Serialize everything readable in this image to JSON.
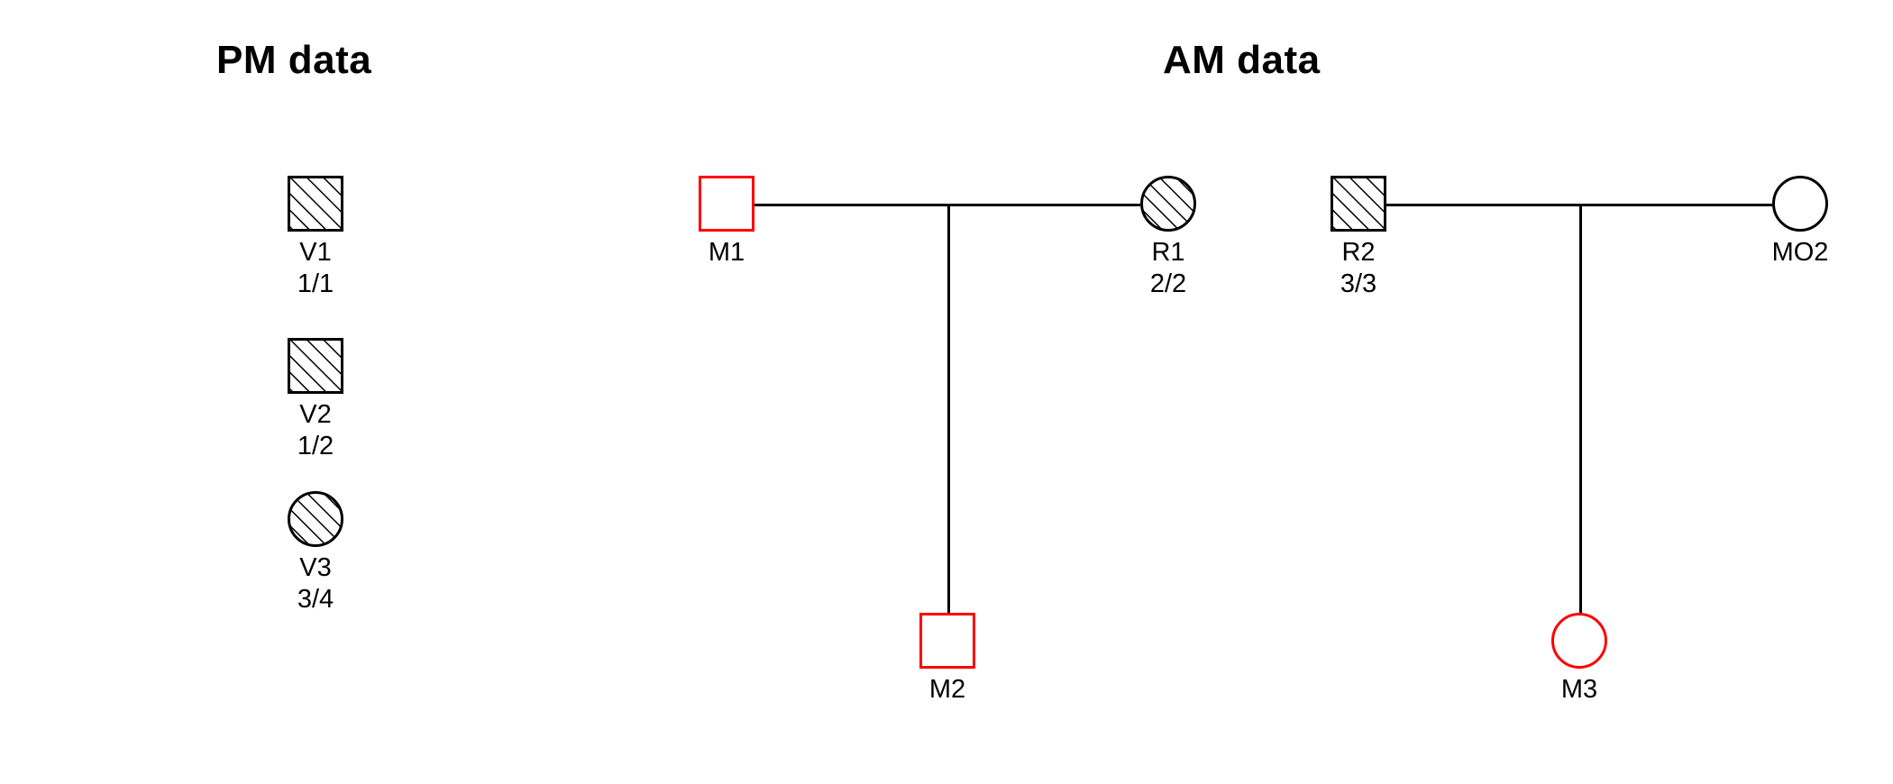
{
  "panels": {
    "pm": {
      "title": "PM data"
    },
    "am": {
      "title": "AM data"
    }
  },
  "colors": {
    "stroke_black": "#000000",
    "stroke_red": "#FF0000",
    "background": "#FFFFFF"
  },
  "pm_individuals": [
    {
      "id": "V1",
      "label": "V1",
      "genotype": "1/1",
      "shape": "square",
      "fill": "hatched",
      "outline": "#000000"
    },
    {
      "id": "V2",
      "label": "V2",
      "genotype": "1/2",
      "shape": "square",
      "fill": "hatched",
      "outline": "#000000"
    },
    {
      "id": "V3",
      "label": "V3",
      "genotype": "3/4",
      "shape": "circle",
      "fill": "hatched",
      "outline": "#000000"
    }
  ],
  "am_families": [
    {
      "family_id": "family-1",
      "father": {
        "id": "M1",
        "label": "M1",
        "genotype": "",
        "shape": "square",
        "fill": "none",
        "outline": "#FF0000"
      },
      "mother": {
        "id": "R1",
        "label": "R1",
        "genotype": "2/2",
        "shape": "circle",
        "fill": "hatched",
        "outline": "#000000"
      },
      "children": [
        {
          "id": "M2",
          "label": "M2",
          "genotype": "",
          "shape": "square",
          "fill": "none",
          "outline": "#FF0000"
        }
      ]
    },
    {
      "family_id": "family-2",
      "father": {
        "id": "R2",
        "label": "R2",
        "genotype": "3/3",
        "shape": "square",
        "fill": "hatched",
        "outline": "#000000"
      },
      "mother": {
        "id": "MO2",
        "label": "MO2",
        "genotype": "",
        "shape": "circle",
        "fill": "none",
        "outline": "#000000"
      },
      "children": [
        {
          "id": "M3",
          "label": "M3",
          "genotype": "",
          "shape": "circle",
          "fill": "none",
          "outline": "#FF0000"
        }
      ]
    }
  ]
}
